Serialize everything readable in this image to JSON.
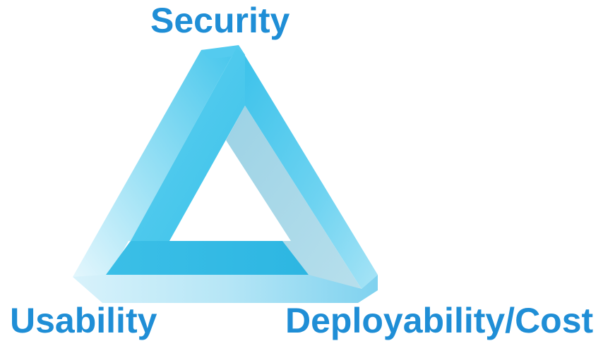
{
  "labels": {
    "top": "Security",
    "bottom_left": "Usability",
    "bottom_right": "Deployability/Cost"
  },
  "colors": {
    "label_text": "#1f8ed6",
    "bar_light": "#c6ecf8",
    "bar_mid": "#7fd8f0",
    "bar_dark": "#35c0e8",
    "shadow_face": "#a9d6e6",
    "inner_dark": "#2fb8e4"
  },
  "figure": {
    "type": "penrose-triangle"
  }
}
